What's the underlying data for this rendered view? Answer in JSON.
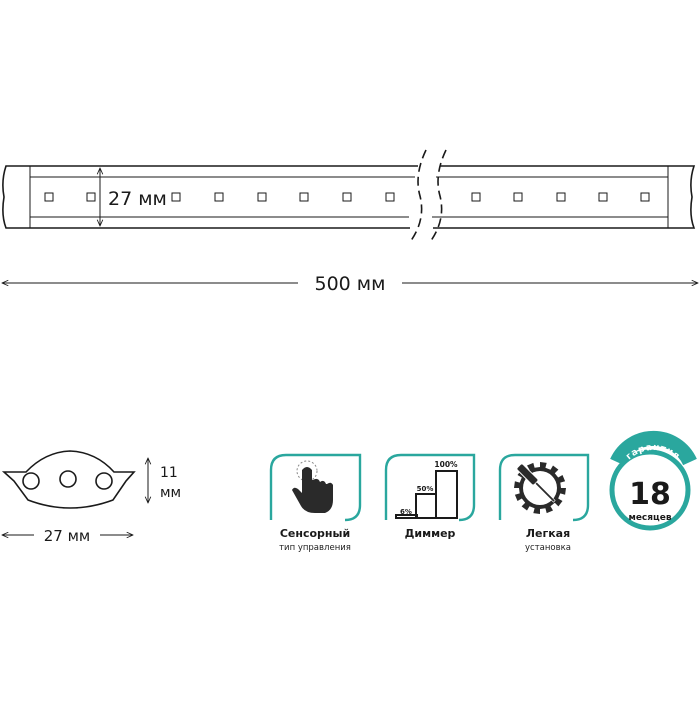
{
  "dimensions": {
    "height_label": "27 мм",
    "length_label": "500 мм",
    "profile_height_value": "11",
    "profile_height_unit": "мм",
    "profile_width_label": "27 мм"
  },
  "features": [
    {
      "label": "Сенсорный",
      "sublabel": "тип управления",
      "icon": "touch-hand-icon"
    },
    {
      "label": "Диммер",
      "sublabel": "",
      "icon": "dimmer-bars-icon",
      "levels": [
        "6%",
        "50%",
        "100%"
      ]
    },
    {
      "label": "Легкая",
      "sublabel": "установка",
      "icon": "screwdriver-gear-icon"
    }
  ],
  "warranty": {
    "top_text": "гарантия",
    "number": "18",
    "unit": "месяцев"
  },
  "colors": {
    "accent": "#2aa79e",
    "line": "#1a1a1a"
  }
}
